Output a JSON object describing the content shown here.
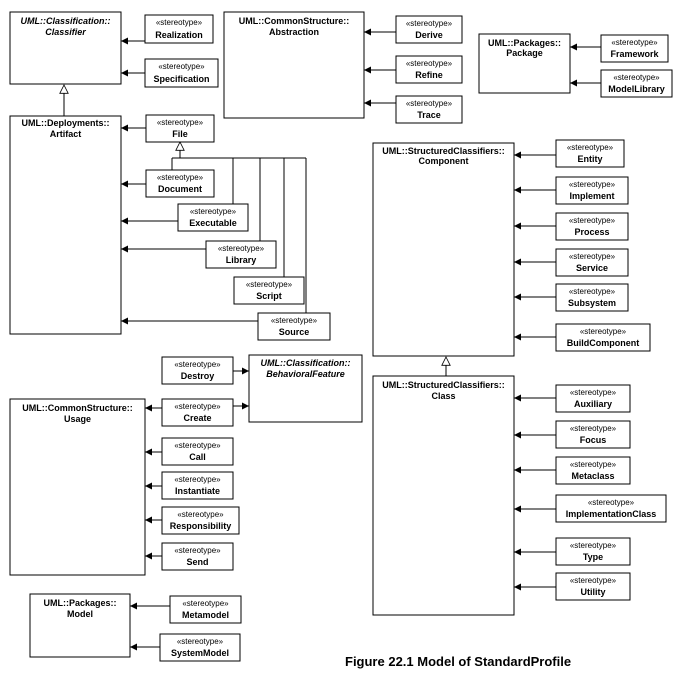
{
  "metaclasses": {
    "classifier": [
      "UML::Classification::",
      "Classifier"
    ],
    "abstraction": [
      "UML::CommonStructure::",
      "Abstraction"
    ],
    "package": [
      "UML::Packages::",
      "Package"
    ],
    "artifact": [
      "UML::Deployments::",
      "Artifact"
    ],
    "component": [
      "UML::StructuredClassifiers::",
      "Component"
    ],
    "behavioral_feature": [
      "UML::Classification::",
      "BehavioralFeature"
    ],
    "usage": [
      "UML::CommonStructure::",
      "Usage"
    ],
    "class": [
      "UML::StructuredClassifiers::",
      "Class"
    ],
    "model": [
      "UML::Packages::",
      "Model"
    ]
  },
  "stereotype_keyword": "«stereotype»",
  "stereotypes": {
    "realization": "Realization",
    "specification": "Specification",
    "derive": "Derive",
    "refine": "Refine",
    "trace": "Trace",
    "framework": "Framework",
    "model_library": "ModelLibrary",
    "file": "File",
    "document": "Document",
    "executable": "Executable",
    "library": "Library",
    "script": "Script",
    "source": "Source",
    "entity": "Entity",
    "implement": "Implement",
    "process": "Process",
    "service": "Service",
    "subsystem": "Subsystem",
    "build_component": "BuildComponent",
    "destroy": "Destroy",
    "create": "Create",
    "call": "Call",
    "instantiate": "Instantiate",
    "responsibility": "Responsibility",
    "send": "Send",
    "auxiliary": "Auxiliary",
    "focus": "Focus",
    "metaclass": "Metaclass",
    "implementation_class": "ImplementationClass",
    "type": "Type",
    "utility": "Utility",
    "metamodel": "Metamodel",
    "system_model": "SystemModel"
  },
  "caption": "Figure 22.1  Model of StandardProfile"
}
